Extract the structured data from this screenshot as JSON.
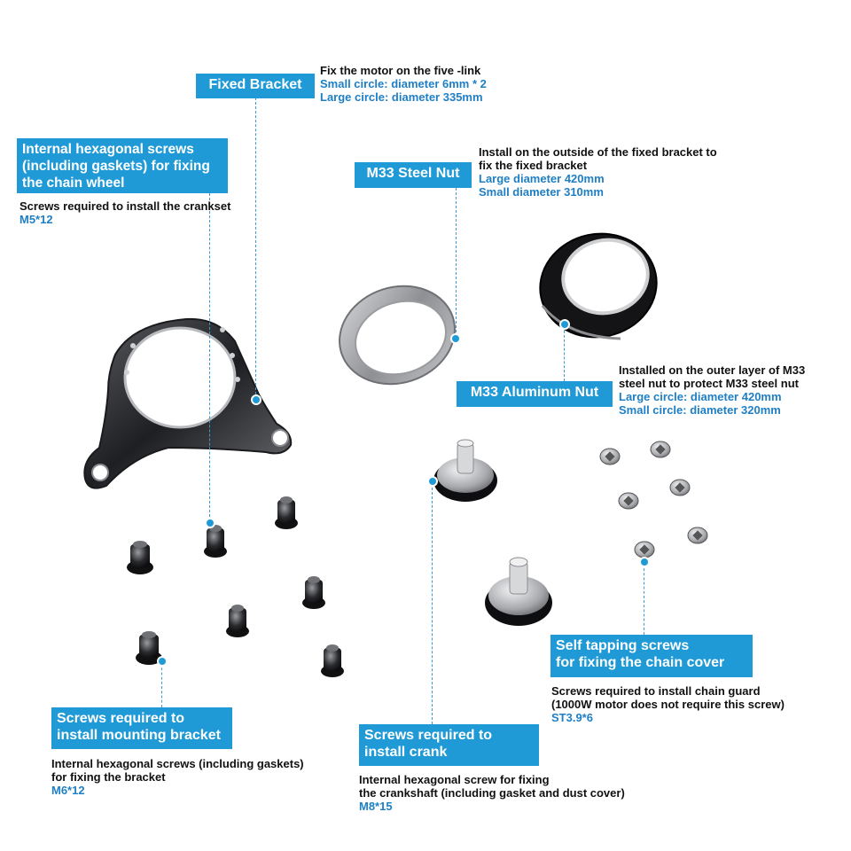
{
  "fixed_bracket": {
    "tag": "Fixed Bracket",
    "line1": "Fix the motor on the five -link",
    "line2": "Small circle: diameter 6mm * 2",
    "line3": "Large circle: diameter 335mm"
  },
  "chain_wheel_screws": {
    "tag_line1": "Internal hexagonal screws",
    "tag_line2": "(including gaskets) for fixing",
    "tag_line3": "the chain wheel",
    "line1": "Screws required to install the crankset",
    "line2": "M5*12"
  },
  "steel_nut": {
    "tag": "M33 Steel Nut",
    "line1": "Install on the outside of the fixed bracket to",
    "line2": "fix the fixed bracket",
    "line3": "Large diameter 420mm",
    "line4": "Small diameter 310mm"
  },
  "aluminum_nut": {
    "tag": "M33 Aluminum Nut",
    "line1": "Installed on the outer layer of M33",
    "line2": "steel nut to protect M33 steel nut",
    "line3": "Large circle: diameter 420mm",
    "line4": "Small circle: diameter 320mm"
  },
  "bracket_screws": {
    "tag_line1": "Screws required to",
    "tag_line2": "install mounting bracket",
    "line1": "Internal hexagonal screws (including gaskets)",
    "line2": "for fixing the bracket",
    "line3": "M6*12"
  },
  "crank_screws": {
    "tag_line1": "Screws required to",
    "tag_line2": "install crank",
    "line1": "Internal hexagonal screw for fixing",
    "line2": "the crankshaft (including gasket and dust cover)",
    "line3": "M8*15"
  },
  "cover_screws": {
    "tag_line1": "Self tapping screws",
    "tag_line2": "for fixing the chain cover",
    "line1": "Screws required to install chain guard",
    "line2": "(1000W motor does not require this screw)",
    "line3": "ST3.9*6"
  },
  "colors": {
    "tag_blue": "#1f9ad6",
    "spec_blue": "#1f7fc4",
    "text": "#111111"
  }
}
